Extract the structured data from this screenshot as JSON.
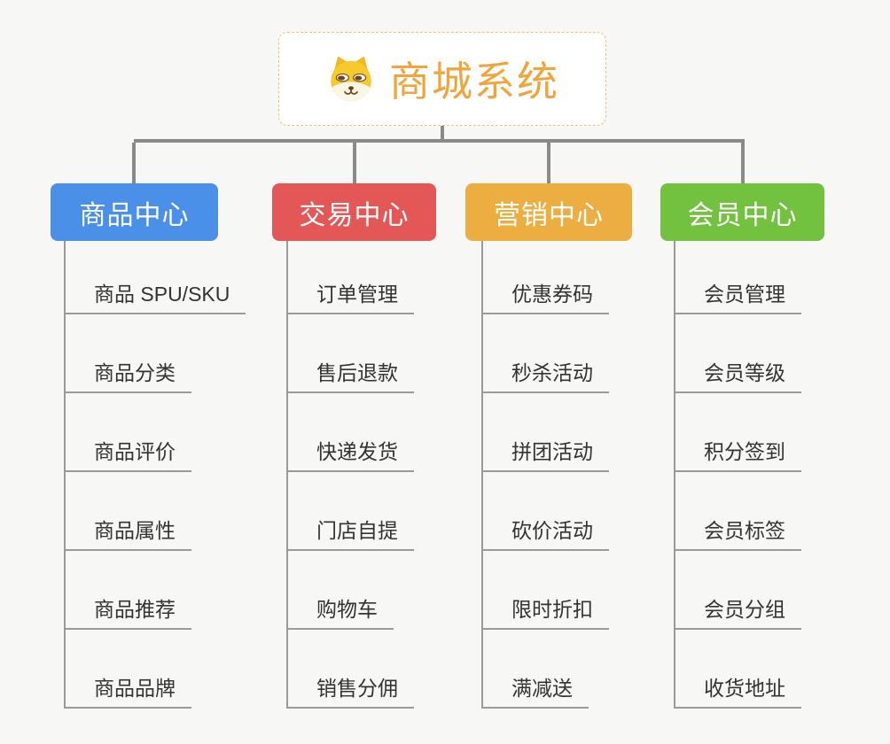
{
  "root": {
    "title": "商城系统",
    "icon": "shiba-dog-icon"
  },
  "colors": {
    "accent_orange": "#f0a53c",
    "root_border": "#f2c170",
    "connector_gray": "#8a8a8a",
    "leaf_line_gray": "#9a9a9a",
    "background": "#f7f7f6"
  },
  "branches": [
    {
      "label": "商品中心",
      "color": "#4a90e8",
      "items": [
        "商品 SPU/SKU",
        "商品分类",
        "商品评价",
        "商品属性",
        "商品推荐",
        "商品品牌"
      ]
    },
    {
      "label": "交易中心",
      "color": "#e45757",
      "items": [
        "订单管理",
        "售后退款",
        "快递发货",
        "门店自提",
        "购物车",
        "销售分佣"
      ]
    },
    {
      "label": "营销中心",
      "color": "#ecae41",
      "items": [
        "优惠券码",
        "秒杀活动",
        "拼团活动",
        "砍价活动",
        "限时折扣",
        "满减送"
      ]
    },
    {
      "label": "会员中心",
      "color": "#72c13f",
      "items": [
        "会员管理",
        "会员等级",
        "积分签到",
        "会员标签",
        "会员分组",
        "收货地址"
      ]
    }
  ]
}
